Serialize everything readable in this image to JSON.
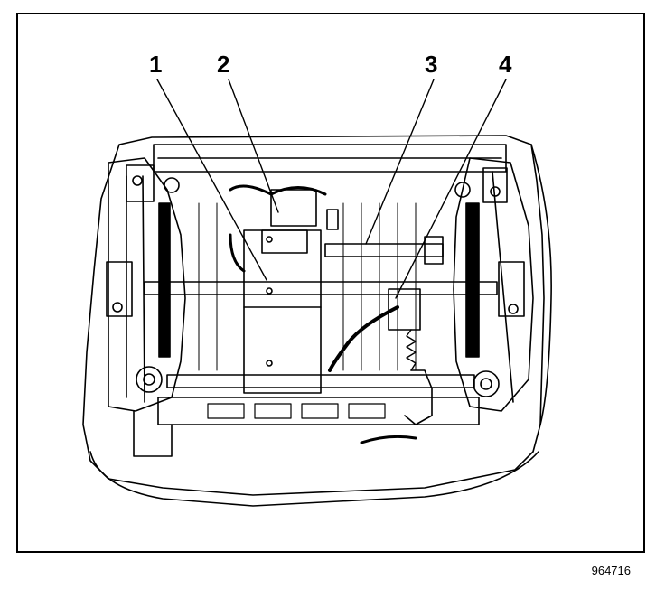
{
  "callouts": [
    {
      "id": "1",
      "label": "1"
    },
    {
      "id": "2",
      "label": "2"
    },
    {
      "id": "3",
      "label": "3"
    },
    {
      "id": "4",
      "label": "4"
    }
  ],
  "figure_id": "964716"
}
